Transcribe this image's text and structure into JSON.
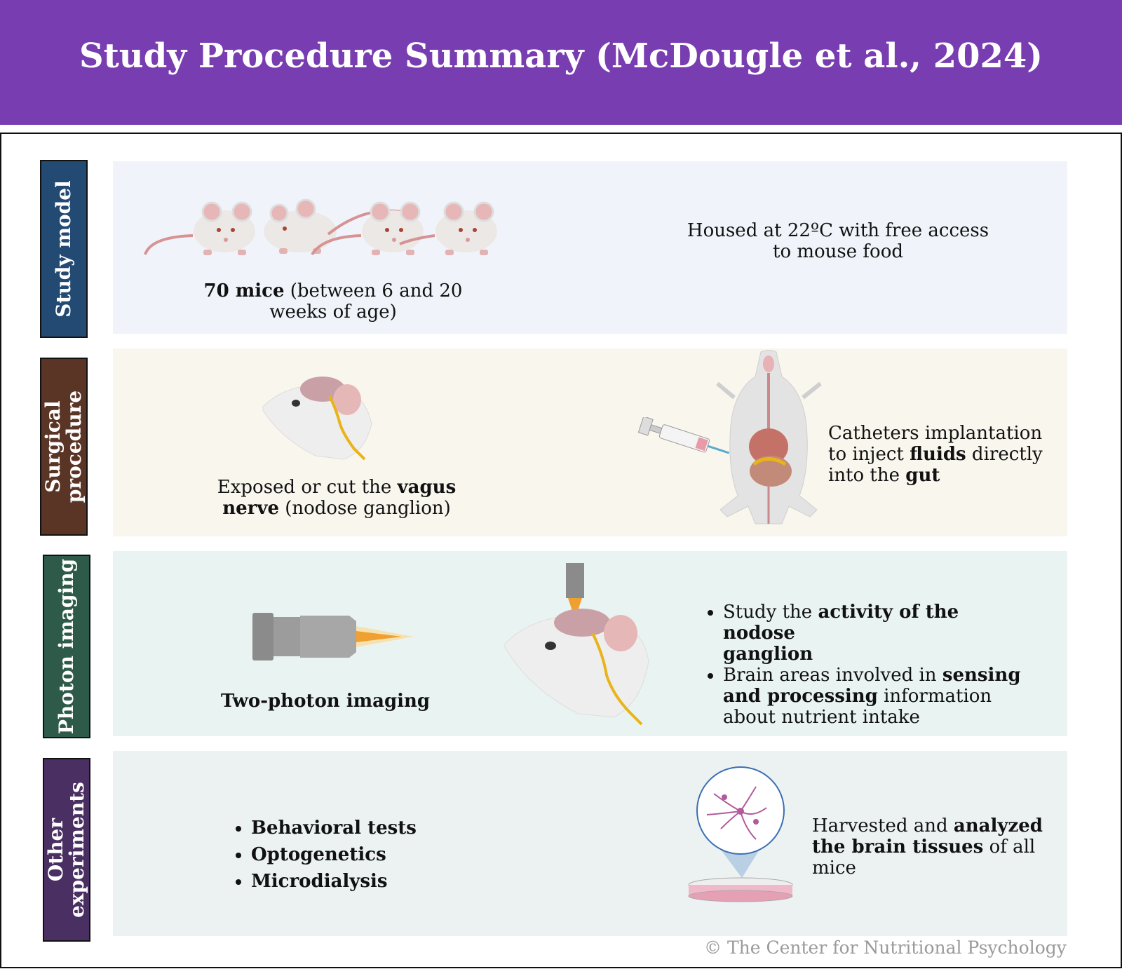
{
  "title": "Study Procedure Summary (McDougle et al., 2024)",
  "colors": {
    "header": "#783db0",
    "study_model": "#234a73",
    "surgical": "#5a3526",
    "photon": "#2e5a4a",
    "other": "#4a2f63"
  },
  "rows": {
    "study_model": {
      "label": "Study model",
      "mice_bold": "70 mice",
      "mice_rest": " (between 6 and 20",
      "mice_line2": "weeks of age)",
      "housing_line1": "Housed at 22ºC with free access",
      "housing_line2": "to mouse food"
    },
    "surgical": {
      "label_line1": "Surgical",
      "label_line2": "procedure",
      "vagus_pre": "Exposed or cut the ",
      "vagus_bold": "vagus",
      "vagus_bold2": "nerve",
      "vagus_rest": " (nodose ganglion)",
      "cath_line1": "Catheters implantation",
      "cath_pre": "to inject ",
      "cath_bold": "fluids",
      "cath_post": " directly",
      "cath_line3_pre": "into the ",
      "cath_line3_bold": "gut"
    },
    "photon": {
      "label": "Photon imaging",
      "caption": "Two-photon imaging",
      "b1_pre": "Study the ",
      "b1_bold1": "activity of the nodose",
      "b1_bold2": "ganglion",
      "b2_pre": "Brain areas involved in ",
      "b2_bold1": "sensing",
      "b2_bold2": "and processing",
      "b2_post": " information",
      "b2_line3": "about nutrient intake"
    },
    "other": {
      "label_line1": "Other",
      "label_line2": "experiments",
      "items": [
        "Behavioral tests",
        "Optogenetics",
        "Microdialysis"
      ],
      "harv_pre": "Harvested and ",
      "harv_bold1": "analyzed",
      "harv_bold2": "the brain tissues",
      "harv_post": " of all",
      "harv_line3": "mice"
    }
  },
  "footer": "© The Center for Nutritional Psychology"
}
